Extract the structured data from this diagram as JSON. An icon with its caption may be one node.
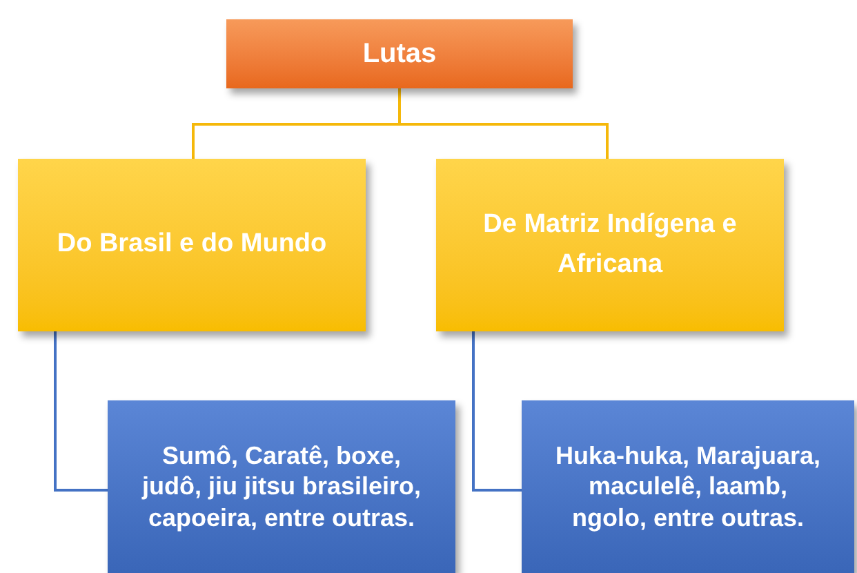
{
  "diagram": {
    "nodes": [
      {
        "text": [
          "Lutas"
        ]
      },
      {
        "text": [
          "Do Brasil e do Mundo"
        ]
      },
      {
        "text": [
          "De Matriz Indígena e Africana"
        ]
      },
      {
        "text": [
          "Sumô, Caratê, boxe, judô, jiu jitsu brasileiro, capoeira, entre outras."
        ]
      },
      {
        "text": [
          "Huka-huka, Marajuara, maculelê, laamb, ngolo, entre outras."
        ]
      }
    ],
    "edges": [
      {
        "from": 0,
        "to": 1,
        "arrow": "none",
        "color": "#f5b80a"
      },
      {
        "from": 0,
        "to": 2,
        "arrow": "none",
        "color": "#f5b80a"
      },
      {
        "from": 1,
        "to": 3,
        "arrow": "none",
        "color": "#4472c4"
      },
      {
        "from": 2,
        "to": 4,
        "arrow": "none",
        "color": "#4472c4"
      }
    ]
  }
}
